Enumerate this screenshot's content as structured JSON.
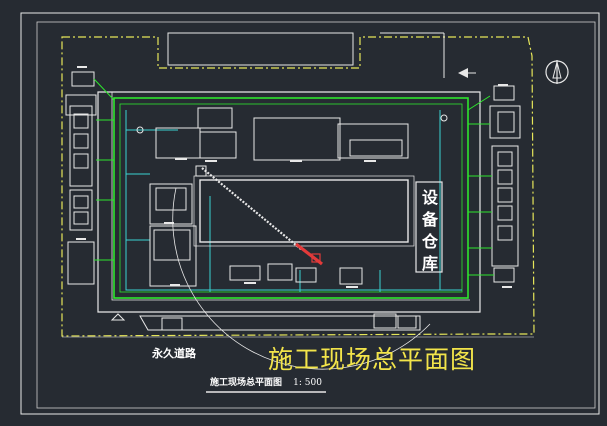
{
  "drawing": {
    "overlay_title": "施工现场总平面图",
    "plan_caption": "施工现场总平面图",
    "plan_scale": "1: 500",
    "road_label": "永久道路",
    "warehouse_chars": [
      "设",
      "备",
      "仓",
      "库"
    ]
  },
  "colors": {
    "background": "#262b32",
    "frame": "#e8e8e8",
    "site_boundary": "#e6e65a",
    "fence": "#2ee62e",
    "road": "#e8e8e8",
    "water_line": "#3ad3d3",
    "crane_boom": "#e8e8e8",
    "crane_jib": "#e23a3a",
    "overlay_title": "#f2e44a",
    "annotations": "#e8e8e8"
  },
  "icons": [
    "north-arrow-icon",
    "entrance-arrow-icon",
    "tower-crane-icon",
    "hydrant-icon"
  ]
}
